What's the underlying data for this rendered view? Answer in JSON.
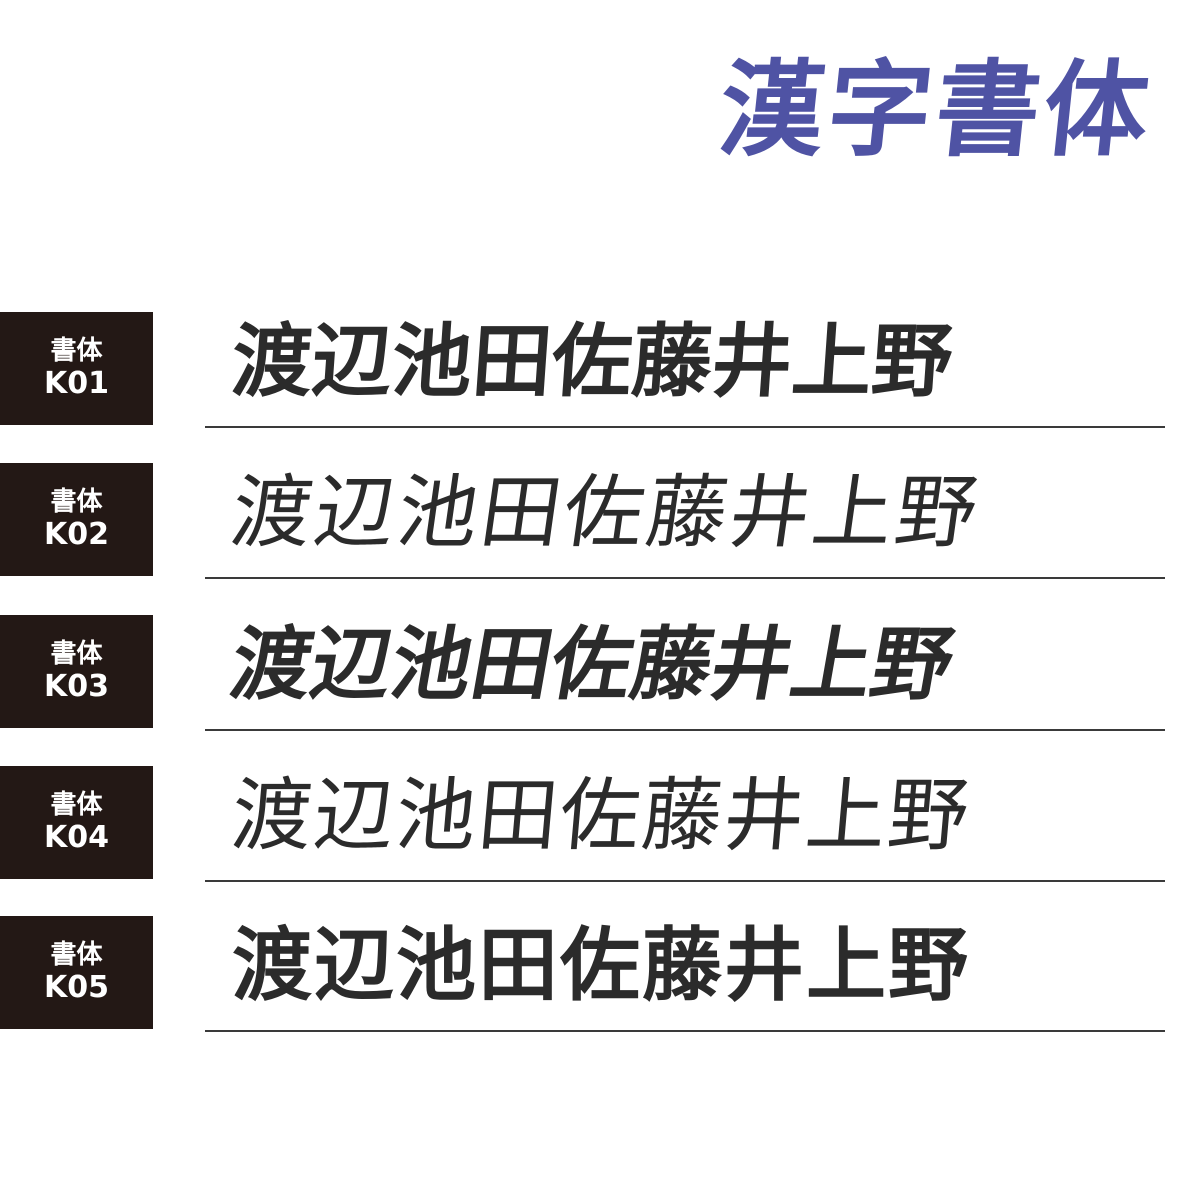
{
  "header": {
    "title": "漢字書体"
  },
  "rows": [
    {
      "label": "書体",
      "code": "K01",
      "sample": "渡辺池田佐藤井上野"
    },
    {
      "label": "書体",
      "code": "K02",
      "sample": "渡辺池田佐藤井上野"
    },
    {
      "label": "書体",
      "code": "K03",
      "sample": "渡辺池田佐藤井上野"
    },
    {
      "label": "書体",
      "code": "K04",
      "sample": "渡辺池田佐藤井上野"
    },
    {
      "label": "書体",
      "code": "K05",
      "sample": "渡辺池田佐藤井上野"
    }
  ],
  "colors": {
    "title": "#4f53a4",
    "label_background": "#231815",
    "label_text": "#ffffff",
    "sample_text": "#2b2b2b",
    "rule": "#3a3a3a"
  }
}
